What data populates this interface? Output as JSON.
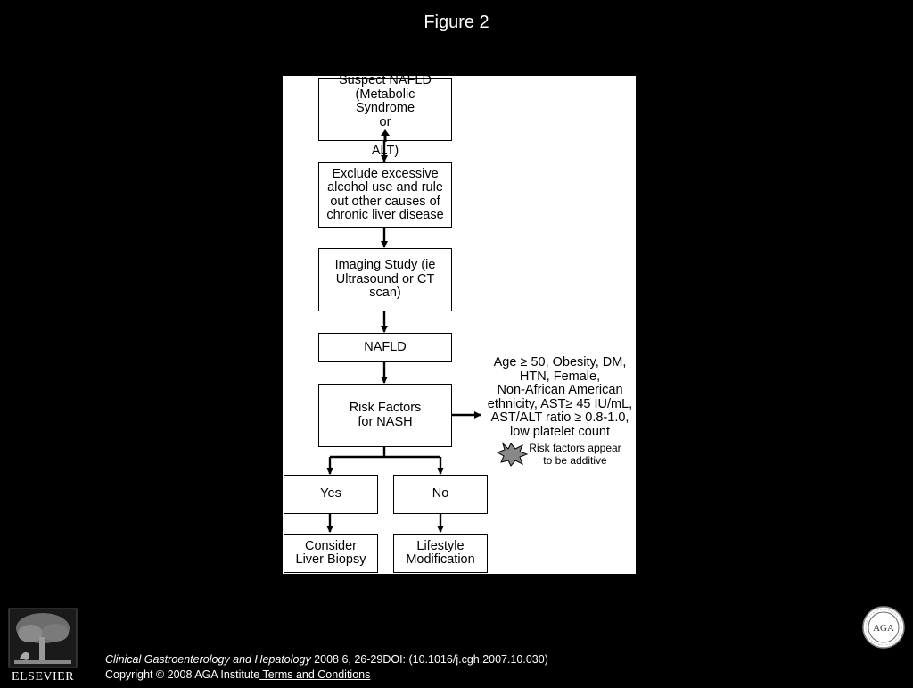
{
  "figure_title": "Figure 2",
  "flowchart": {
    "nodes": {
      "suspect": "Suspect NAFLD\n(Metabolic\nSyndrome\nor",
      "suspect_tail": "ALT)",
      "exclude": "Exclude excessive\nalcohol use and rule\nout other causes of\nchronic liver disease",
      "imaging": "Imaging Study (ie\nUltrasound or CT\nscan)",
      "nafld": "NAFLD",
      "risk": "Risk Factors\nfor NASH",
      "yes": "Yes",
      "no": "No",
      "biopsy": "Consider\nLiver Biopsy",
      "lifestyle": "Lifestyle\nModification"
    },
    "risk_factors_text": "Age ≥ 50, Obesity, DM,\nHTN, Female,\nNon-African American\nethnicity, AST≥ 45 IU/mL,\nAST/ALT ratio ≥ 0.8-1.0,\nlow platelet count",
    "additive_note": "Risk factors appear\nto be additive"
  },
  "citation": {
    "journal": "Clinical Gastroenterology and Hepatology",
    "details": " 2008 6, 26-29DOI: (10.1016/j.cgh.2007.10.030)",
    "copyright": "Copyright © 2008 AGA Institute",
    "terms_link": " Terms and Conditions"
  },
  "publisher_logo_text": "ELSEVIER",
  "seal_text": "AGA",
  "icons": {
    "up_arrow": "up-arrow-icon",
    "starburst": "starburst-icon",
    "tree_logo": "elsevier-tree-logo",
    "aga_seal": "aga-seal-icon"
  }
}
